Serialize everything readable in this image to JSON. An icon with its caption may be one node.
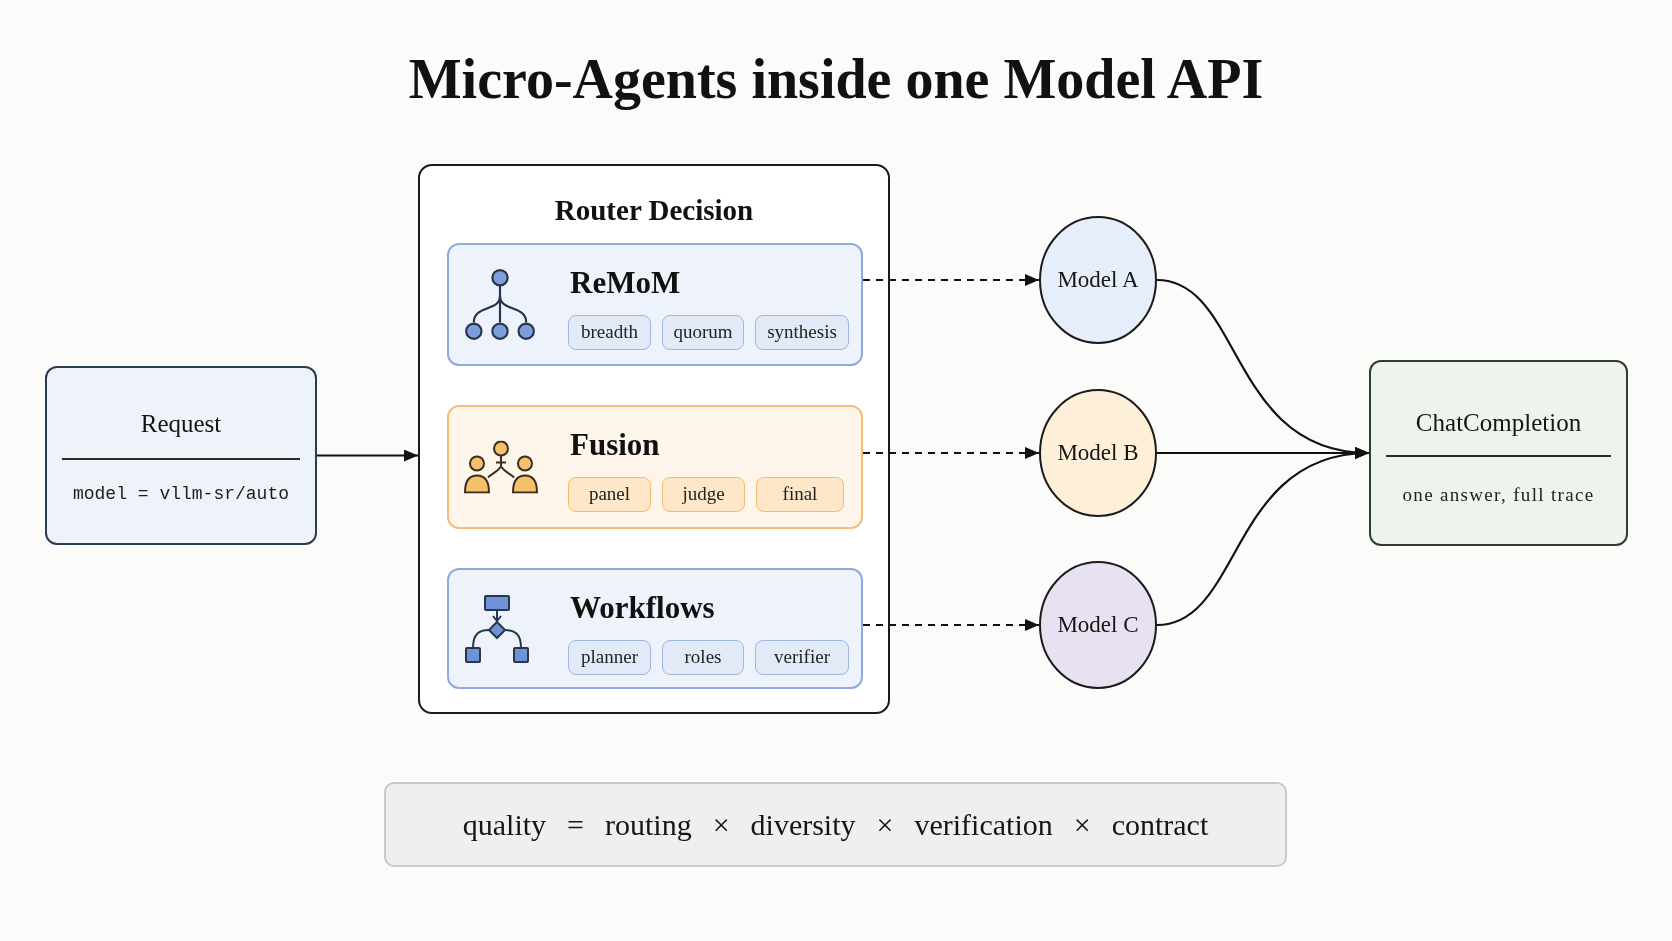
{
  "diagram": {
    "title": "Micro-Agents inside one Model API",
    "nodes": [
      {
        "text": [
          "Request",
          "model = vllm-sr/auto"
        ]
      },
      {
        "text": [
          "Router Decision"
        ]
      },
      {
        "text": [
          "ReMoM"
        ],
        "in": 1
      },
      {
        "text": [
          "breadth"
        ],
        "in": 2
      },
      {
        "text": [
          "quorum"
        ],
        "in": 2
      },
      {
        "text": [
          "synthesis"
        ],
        "in": 2
      },
      {
        "text": [
          "Fusion"
        ],
        "in": 1
      },
      {
        "text": [
          "panel"
        ],
        "in": 6
      },
      {
        "text": [
          "judge"
        ],
        "in": 6
      },
      {
        "text": [
          "final"
        ],
        "in": 6
      },
      {
        "text": [
          "Workflows"
        ],
        "in": 1
      },
      {
        "text": [
          "planner"
        ],
        "in": 10
      },
      {
        "text": [
          "roles"
        ],
        "in": 10
      },
      {
        "text": [
          "verifier"
        ],
        "in": 10
      },
      {
        "text": [
          "Model A"
        ]
      },
      {
        "text": [
          "Model B"
        ]
      },
      {
        "text": [
          "Model C"
        ]
      },
      {
        "text": [
          "ChatCompletion",
          "one answer, full trace"
        ]
      },
      {
        "text": [
          "quality = routing × diversity × verification × contract"
        ]
      }
    ],
    "edges": [
      {
        "from": 0,
        "to": 1,
        "arrow": "to"
      },
      {
        "from": 2,
        "to": 14,
        "arrow": "to",
        "style": "dashed"
      },
      {
        "from": 6,
        "to": 15,
        "arrow": "to",
        "style": "dashed"
      },
      {
        "from": 10,
        "to": 16,
        "arrow": "to",
        "style": "dashed"
      },
      {
        "from": 14,
        "to": 17,
        "arrow": "to"
      },
      {
        "from": 15,
        "to": 17,
        "arrow": "to"
      },
      {
        "from": 16,
        "to": 17,
        "arrow": "to"
      }
    ]
  }
}
